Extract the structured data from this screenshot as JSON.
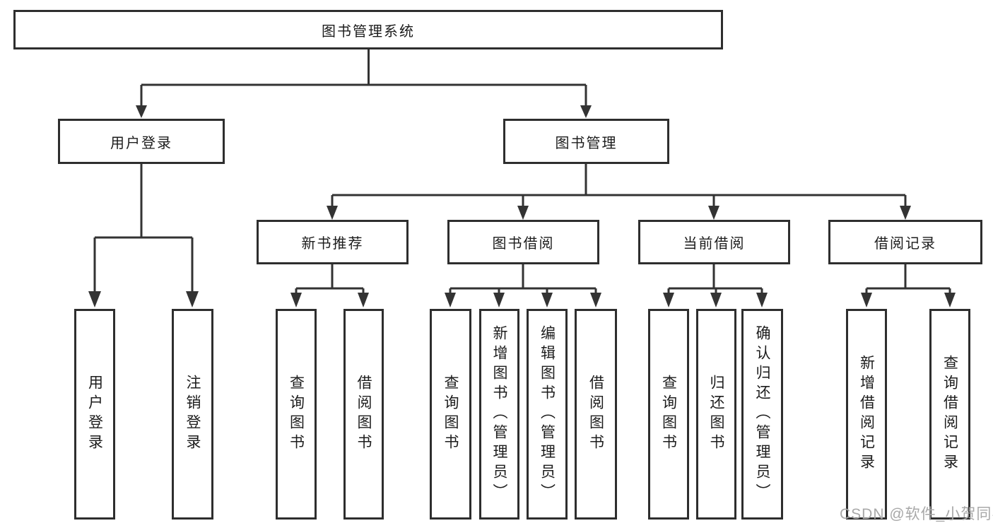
{
  "diagram": {
    "title": "图书管理系统",
    "watermark": "CSDN @软件_小贺同学",
    "colors": {
      "line": "#333333",
      "box_border": "#2e2e2e",
      "text": "#1c1c1c",
      "watermark": "#a8a8a8",
      "background": "#ffffff"
    },
    "root": {
      "label": "图书管理系统"
    },
    "level2": [
      {
        "label": "用户登录"
      },
      {
        "label": "图书管理"
      }
    ],
    "level3": [
      {
        "label": "新书推荐",
        "parent": "图书管理"
      },
      {
        "label": "图书借阅",
        "parent": "图书管理"
      },
      {
        "label": "当前借阅",
        "parent": "图书管理"
      },
      {
        "label": "借阅记录",
        "parent": "图书管理"
      }
    ],
    "leaves": [
      {
        "label": "用户登录",
        "parent": "用户登录"
      },
      {
        "label": "注销登录",
        "parent": "用户登录"
      },
      {
        "label": "查询图书",
        "parent": "新书推荐"
      },
      {
        "label": "借阅图书",
        "parent": "新书推荐"
      },
      {
        "label": "查询图书",
        "parent": "图书借阅"
      },
      {
        "label": "新增图书（管理员）",
        "parent": "图书借阅"
      },
      {
        "label": "编辑图书（管理员）",
        "parent": "图书借阅"
      },
      {
        "label": "借阅图书",
        "parent": "图书借阅"
      },
      {
        "label": "查询图书",
        "parent": "当前借阅"
      },
      {
        "label": "归还图书",
        "parent": "当前借阅"
      },
      {
        "label": "确认归还（管理员）",
        "parent": "当前借阅"
      },
      {
        "label": "新增借阅记录",
        "parent": "借阅记录"
      },
      {
        "label": "查询借阅记录",
        "parent": "借阅记录"
      }
    ]
  }
}
